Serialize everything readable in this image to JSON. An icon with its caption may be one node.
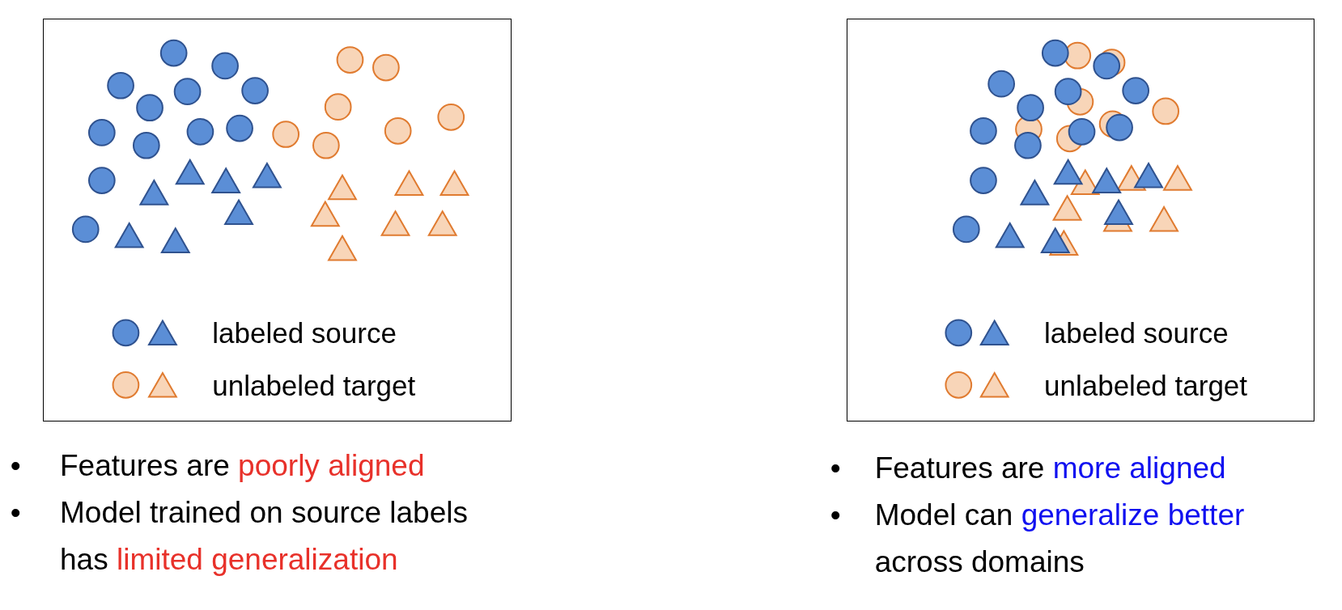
{
  "diagram": {
    "legend": [
      {
        "text": "labeled source"
      },
      {
        "text": "unlabeled target"
      },
      {
        "text": "labeled source"
      },
      {
        "text": "unlabeled target"
      }
    ],
    "labels": [
      "•",
      "Features are **poorly aligned**",
      "•",
      "Model trained on source labels has **limited generalization**",
      "•",
      "Features are **more aligned**",
      "•",
      "Model can **generalize better** across domains"
    ]
  }
}
